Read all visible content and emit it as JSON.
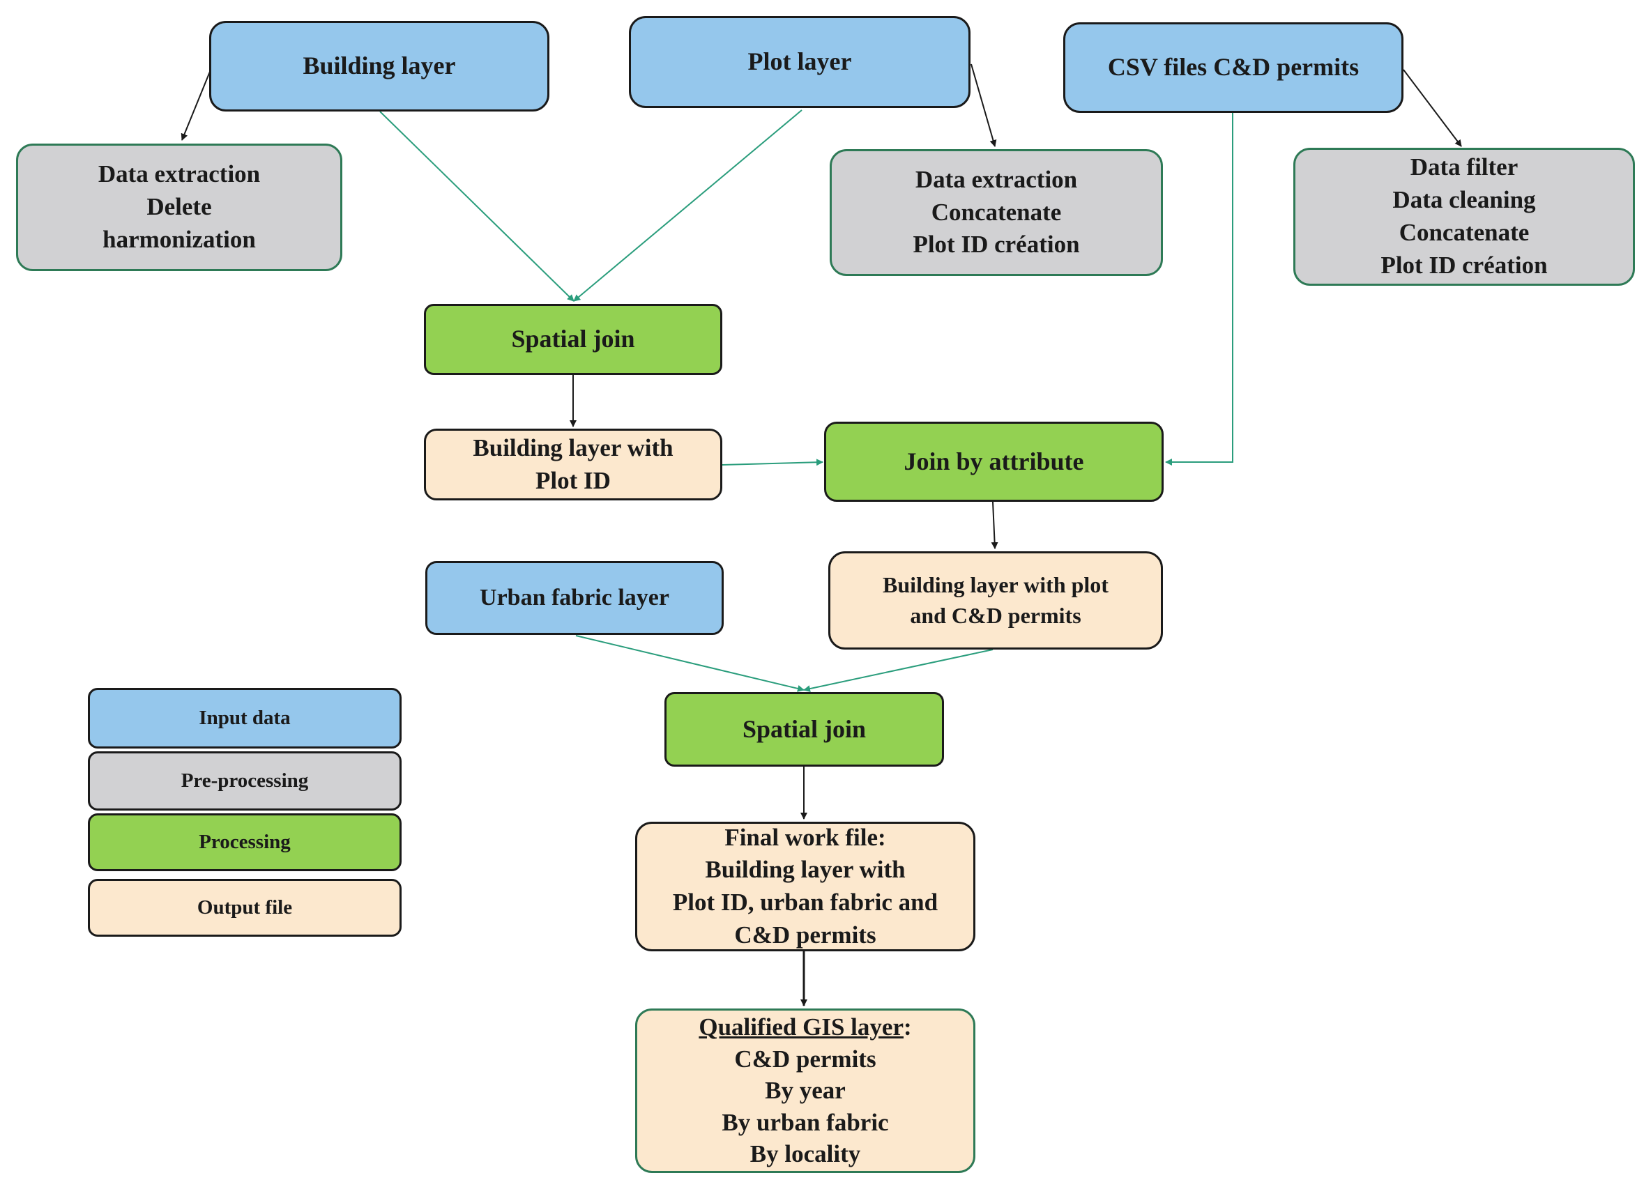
{
  "colors": {
    "input_fill": "#95c7ec",
    "preprocessing_fill": "#d1d1d3",
    "processing_fill": "#93d152",
    "output_fill": "#fce8ce",
    "green_border": "#2e7a56",
    "teal_arrow": "#2a9d7c",
    "black_arrow": "#1a1a1a"
  },
  "nodes": {
    "building_layer": "Building layer",
    "plot_layer": "Plot layer",
    "csv_files": "CSV files C&D permits",
    "prep_building": [
      "Data extraction",
      "Delete",
      "harmonization"
    ],
    "prep_plot": [
      "Data extraction",
      "Concatenate",
      "Plot ID création"
    ],
    "prep_csv": [
      "Data filter",
      "Data cleaning",
      "Concatenate",
      "Plot ID création"
    ],
    "spatial_join_1": "Spatial join",
    "building_with_plot_id": [
      "Building layer with",
      "Plot ID"
    ],
    "join_by_attribute": "Join by attribute",
    "building_with_permits": [
      "Building layer with plot",
      "and C&D permits"
    ],
    "urban_fabric_layer": "Urban fabric layer",
    "spatial_join_2": "Spatial join",
    "final_work_file": [
      "Final work file:",
      "Building layer with",
      "Plot ID, urban fabric and",
      "C&D permits"
    ],
    "qualified_gis": {
      "heading": "Qualified GIS layer",
      "heading_suffix": ":",
      "lines": [
        "C&D permits",
        "By year",
        "By urban fabric",
        "By locality"
      ]
    }
  },
  "legend": {
    "input": "Input data",
    "preprocessing": "Pre-processing",
    "processing": "Processing",
    "output": "Output file"
  }
}
